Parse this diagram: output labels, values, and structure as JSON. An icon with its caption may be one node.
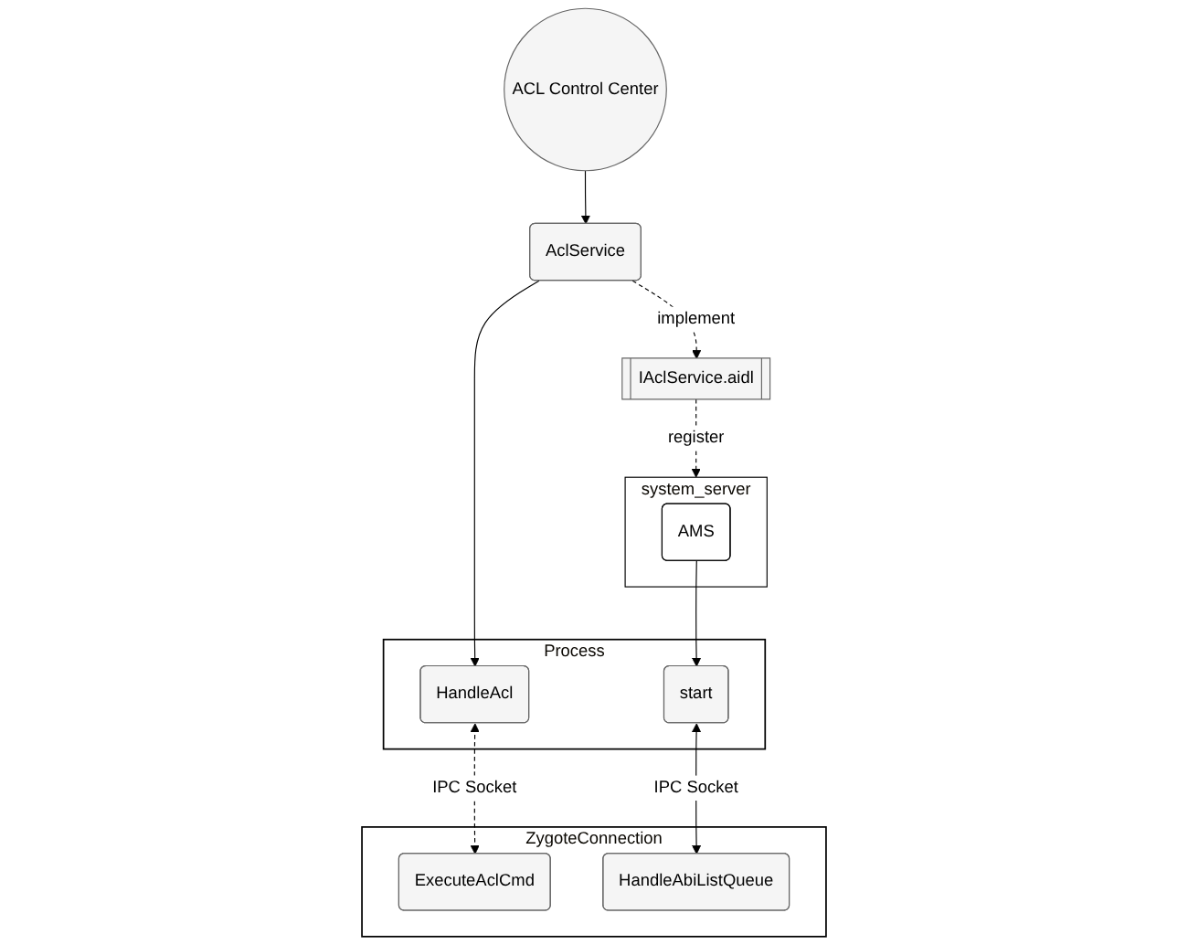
{
  "diagram": {
    "nodes": [
      {
        "text": [
          "system_server"
        ]
      },
      {
        "text": [
          "AMS"
        ],
        "in": 0
      },
      {
        "text": [
          "IAclService.aidl"
        ]
      },
      {
        "text": [
          "AclService"
        ]
      },
      {
        "text": [
          "ACL Control Center"
        ]
      },
      {
        "text": [
          "Process"
        ]
      },
      {
        "text": [
          "HandleAcl"
        ],
        "in": 5
      },
      {
        "text": [
          "start"
        ],
        "in": 5
      },
      {
        "text": [
          "ZygoteConnection"
        ]
      },
      {
        "text": [
          "ExecuteAclCmd"
        ],
        "in": 8
      },
      {
        "text": [
          "HandleAbiListQueue"
        ],
        "in": 8
      }
    ],
    "edges": [
      {
        "from": 2,
        "to": 0,
        "arrow": "to",
        "label": "register",
        "style": "dashed"
      },
      {
        "from": 3,
        "to": 2,
        "arrow": "to",
        "label": "implement",
        "style": "dashed"
      },
      {
        "from": 4,
        "to": 3,
        "arrow": "to"
      },
      {
        "from": 3,
        "to": 6,
        "arrow": "to"
      },
      {
        "from": 1,
        "to": 7,
        "arrow": "to"
      },
      {
        "from": 6,
        "to": 9,
        "arrow": "both",
        "label": "IPC Socket",
        "style": "dashed"
      },
      {
        "from": 7,
        "to": 10,
        "arrow": "both",
        "label": "IPC Socket"
      }
    ]
  }
}
